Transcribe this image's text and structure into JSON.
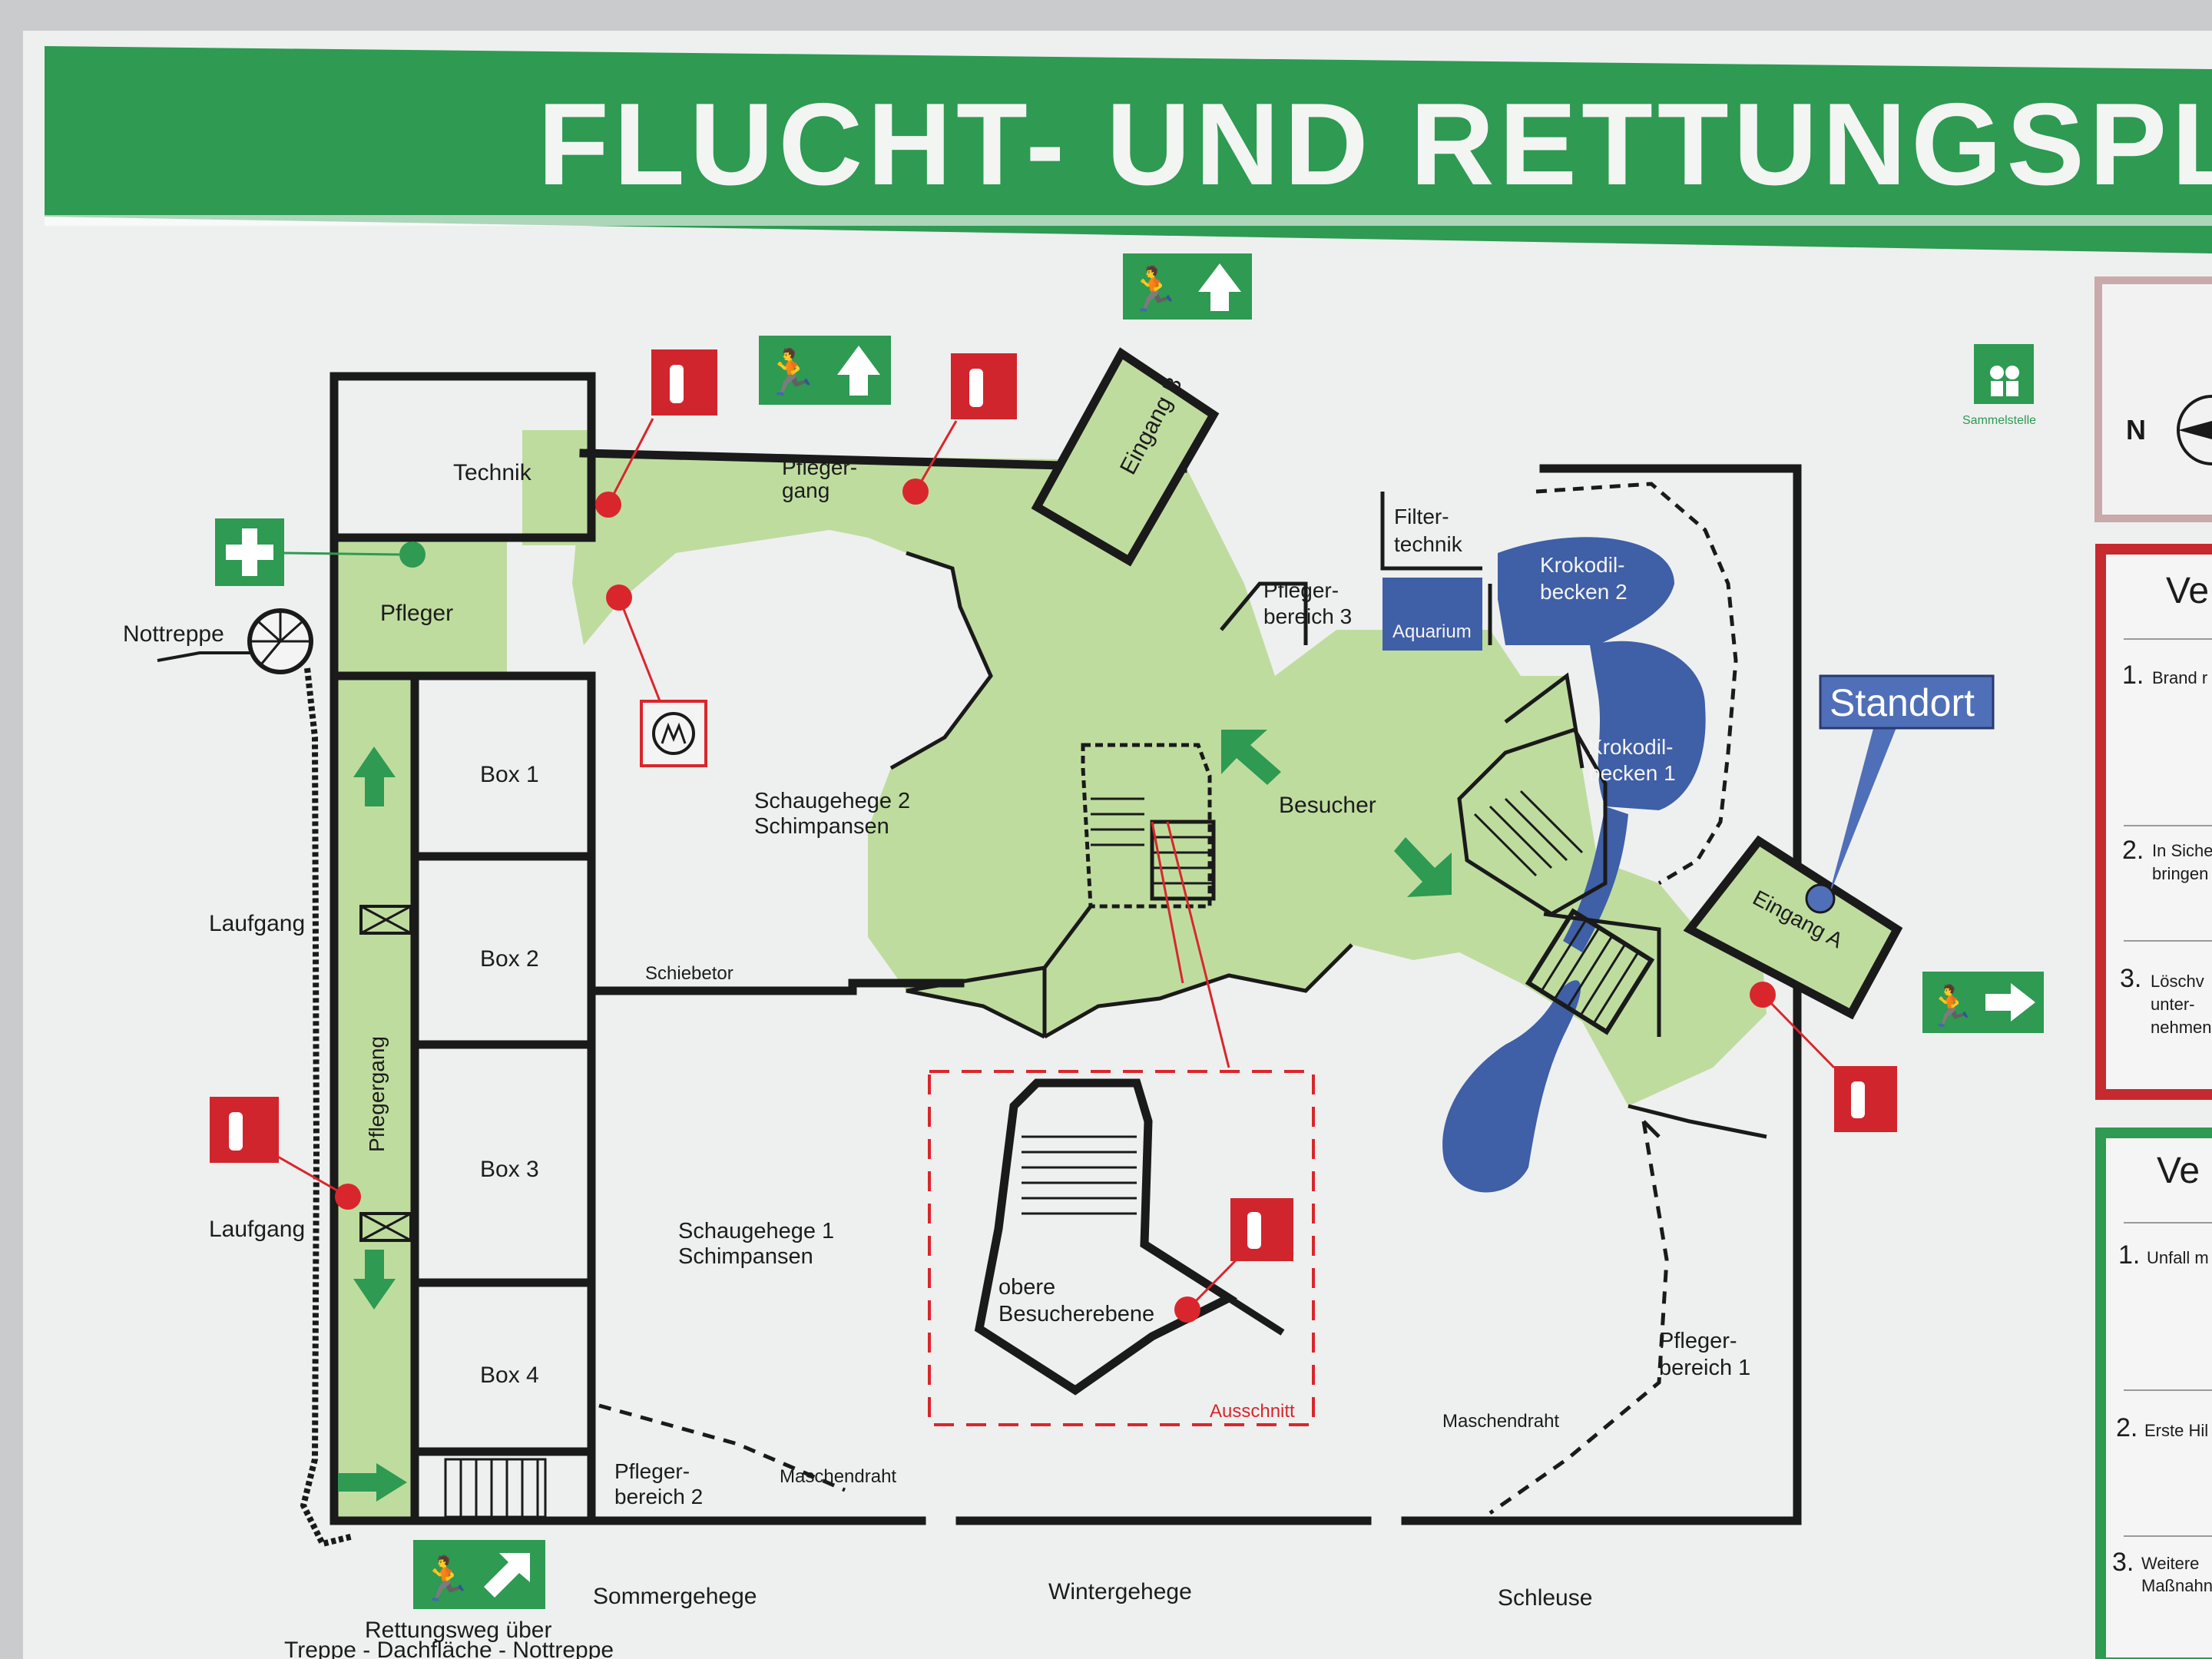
{
  "title": "FLUCHT- UND RETTUNGSPLAN",
  "rooms": {
    "technik": "Technik",
    "pfleger": "Pfleger",
    "pflegergang_top_1": "Pfleger-",
    "pflegergang_top_2": "gang",
    "eingang_b": "Eingang B",
    "filtertechnik_1": "Filter-",
    "filtertechnik_2": "technik",
    "pflegerbereich3_1": "Pfleger-",
    "pflegerbereich3_2": "bereich 3",
    "aquarium": "Aquarium",
    "krokodilbecken2_1": "Krokodil-",
    "krokodilbecken2_2": "becken 2",
    "krokodilbecken1_1": "Krokodil-",
    "krokodilbecken1_2": "becken 1",
    "box1": "Box 1",
    "box2": "Box 2",
    "box3": "Box 3",
    "box4": "Box 4",
    "schaugehege2_1": "Schaugehege 2",
    "schaugehege2_2": "Schimpansen",
    "schaugehege1_1": "Schaugehege 1",
    "schaugehege1_2": "Schimpansen",
    "besucher": "Besucher",
    "schiebetor": "Schiebetor",
    "eingang_a": "Eingang A",
    "pflegergang_side": "Pflegergang",
    "obere_1": "obere",
    "obere_2": "Besucherebene",
    "ausschnitt": "Ausschnitt",
    "pflegerbereich1_1": "Pfleger-",
    "pflegerbereich1_2": "bereich 1",
    "maschendraht_right": "Maschendraht",
    "maschendraht_left": "Maschendraht",
    "pflegerbereich2_1": "Pfleger-",
    "pflegerbereich2_2": "bereich 2",
    "sommergehege": "Sommergehege",
    "wintergehege": "Wintergehege",
    "schleuse": "Schleuse",
    "nottreppe": "Nottreppe",
    "laufgang_top": "Laufgang",
    "laufgang_bottom": "Laufgang",
    "rettungsweg_1": "Rettungsweg über",
    "rettungsweg_2": "Treppe - Dachfläche - Nottreppe",
    "sammelstelle": "Sammelstelle"
  },
  "standort": "Standort",
  "legend": {
    "panel1_title": "Ve",
    "panel1_items": [
      {
        "num": "1.",
        "text": "Brand r"
      },
      {
        "num": "2.",
        "text": "In Siche",
        "text2": "bringen"
      },
      {
        "num": "3.",
        "text": "Löschv",
        "text2": "unter-",
        "text3": "nehmen"
      }
    ],
    "panel2_title": "Ve",
    "panel2_items": [
      {
        "num": "1.",
        "text": "Unfall m"
      },
      {
        "num": "2.",
        "text": "Erste Hil"
      },
      {
        "num": "3.",
        "text": "Weitere",
        "text2": "Maßnahn"
      }
    ]
  },
  "colors": {
    "header_green": "#2e9a52",
    "room_green": "#bfdc9f",
    "water_blue": "#3f5fa6",
    "fire_red": "#d0252c",
    "standort_bg": "#4f6fb8"
  },
  "icons": [
    "emergency-exit-icon",
    "arrow-up-icon",
    "fire-extinguisher-icon",
    "first-aid-icon",
    "assembly-point-icon",
    "compass-icon",
    "alarm-icon"
  ]
}
